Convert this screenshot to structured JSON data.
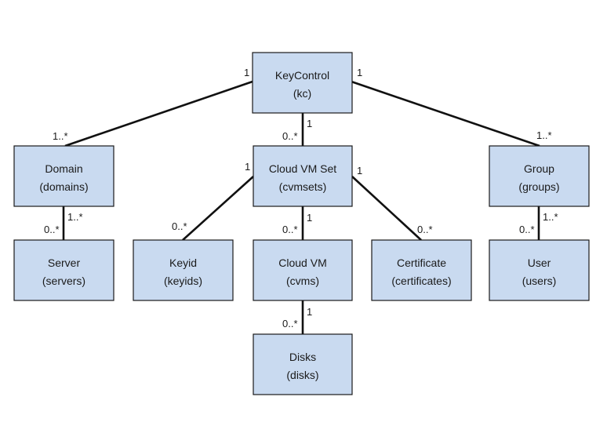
{
  "diagram": {
    "colors": {
      "box_fill": "#c9daf0",
      "box_stroke": "#1a1a1a",
      "edge": "#111111",
      "text": "#1a1a1a"
    },
    "nodes": {
      "keycontrol": {
        "name": "KeyControl",
        "key": "(kc)"
      },
      "domain": {
        "name": "Domain",
        "key": "(domains)"
      },
      "cloudvmset": {
        "name": "Cloud VM Set",
        "key": "(cvmsets)"
      },
      "group": {
        "name": "Group",
        "key": "(groups)"
      },
      "server": {
        "name": "Server",
        "key": "(servers)"
      },
      "keyid": {
        "name": "Keyid",
        "key": "(keyids)"
      },
      "cloudvm": {
        "name": "Cloud VM",
        "key": "(cvms)"
      },
      "certificate": {
        "name": "Certificate",
        "key": "(certificates)"
      },
      "user": {
        "name": "User",
        "key": "(users)"
      },
      "disks": {
        "name": "Disks",
        "key": "(disks)"
      }
    },
    "relations": {
      "kc_domain": {
        "from": "keycontrol",
        "to": "domain",
        "from_mult": "1",
        "to_mult": "1..*"
      },
      "kc_cloudvmset": {
        "from": "keycontrol",
        "to": "cloudvmset",
        "from_mult": "1",
        "to_mult": "0..*"
      },
      "kc_group": {
        "from": "keycontrol",
        "to": "group",
        "from_mult": "1",
        "to_mult": "1..*"
      },
      "domain_server": {
        "from": "domain",
        "to": "server",
        "from_mult": "1..*",
        "to_mult": "0..*"
      },
      "cvmset_keyid": {
        "from": "cloudvmset",
        "to": "keyid",
        "from_mult": "1",
        "to_mult": "0..*"
      },
      "cvmset_cloudvm": {
        "from": "cloudvmset",
        "to": "cloudvm",
        "from_mult": "1",
        "to_mult": "0..*"
      },
      "cvmset_certificate": {
        "from": "cloudvmset",
        "to": "certificate",
        "from_mult": "1",
        "to_mult": "0..*"
      },
      "group_user": {
        "from": "group",
        "to": "user",
        "from_mult": "1..*",
        "to_mult": "0..*"
      },
      "cloudvm_disks": {
        "from": "cloudvm",
        "to": "disks",
        "from_mult": "1",
        "to_mult": "0..*"
      }
    }
  }
}
